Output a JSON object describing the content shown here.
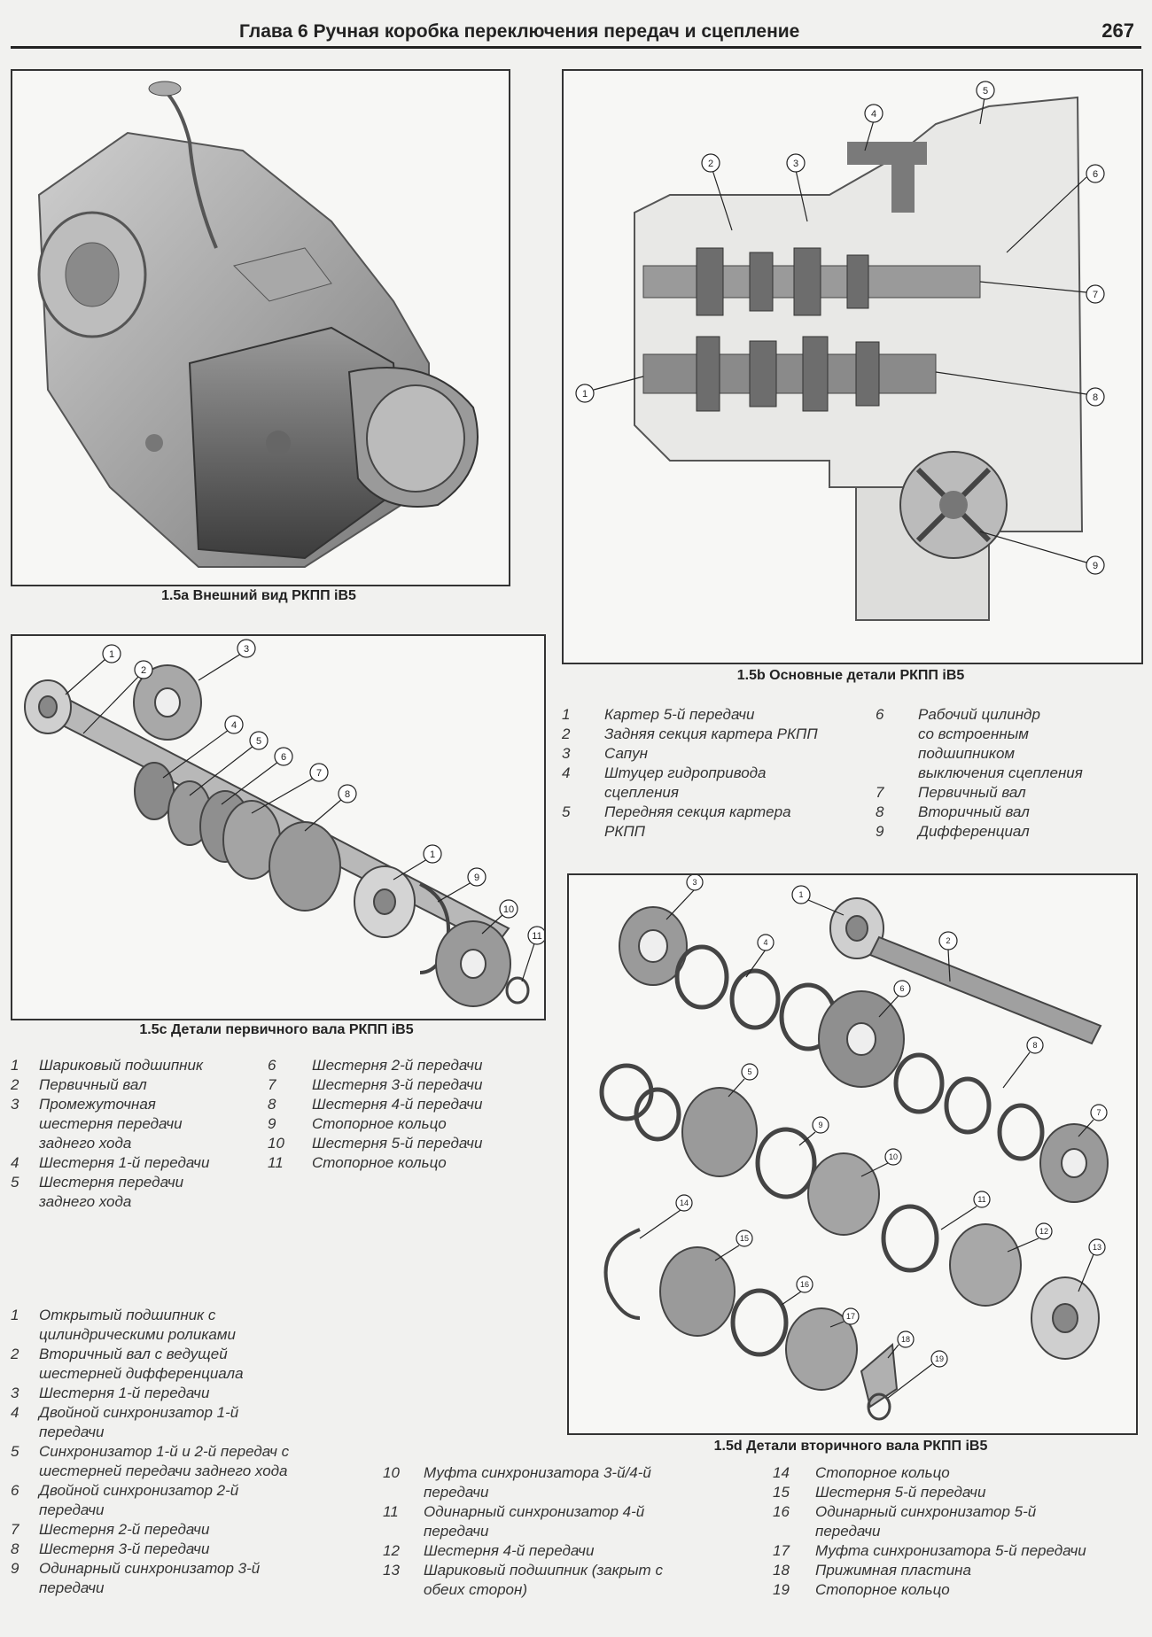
{
  "header": {
    "chapter_title": "Глава 6 Ручная коробка переключения передач и сцепление",
    "page_number": "267"
  },
  "fig_a": {
    "caption": "1.5а Внешний вид РКПП iB5"
  },
  "fig_b": {
    "caption": "1.5b Основные детали РКПП iB5",
    "callouts": [
      "1",
      "2",
      "3",
      "4",
      "5",
      "6",
      "7",
      "8",
      "9"
    ],
    "legend_left": [
      {
        "n": "1",
        "t": "Картер 5-й передачи"
      },
      {
        "n": "2",
        "t": "Задняя секция картера РКПП"
      },
      {
        "n": "3",
        "t": "Сапун"
      },
      {
        "n": "4",
        "t": "Штуцер гидропривода\nсцепления"
      },
      {
        "n": "5",
        "t": "Передняя секция картера\nРКПП"
      }
    ],
    "legend_right": [
      {
        "n": "6",
        "t": "Рабочий цилиндр\nсо встроенным\nподшипником\nвыключения сцепления"
      },
      {
        "n": "7",
        "t": "Первичный вал"
      },
      {
        "n": "8",
        "t": "Вторичный вал"
      },
      {
        "n": "9",
        "t": "Дифференциал"
      }
    ]
  },
  "fig_c": {
    "caption": "1.5с Детали первичного вала РКПП iB5",
    "callouts": [
      "1",
      "2",
      "3",
      "4",
      "5",
      "6",
      "7",
      "8",
      "1",
      "9",
      "10",
      "11"
    ],
    "legend_left": [
      {
        "n": "1",
        "t": "Шариковый подшипник"
      },
      {
        "n": "2",
        "t": "Первичный вал"
      },
      {
        "n": "3",
        "t": "Промежуточная\nшестерня передачи\nзаднего хода"
      },
      {
        "n": "4",
        "t": "Шестерня 1-й передачи"
      },
      {
        "n": "5",
        "t": "Шестерня передачи\nзаднего хода"
      }
    ],
    "legend_right": [
      {
        "n": "6",
        "t": "Шестерня 2-й передачи"
      },
      {
        "n": "7",
        "t": "Шестерня 3-й передачи"
      },
      {
        "n": "8",
        "t": "Шестерня 4-й передачи"
      },
      {
        "n": "9",
        "t": "Стопорное кольцо"
      },
      {
        "n": "10",
        "t": "Шестерня 5-й передачи"
      },
      {
        "n": "11",
        "t": "Стопорное кольцо"
      }
    ]
  },
  "fig_d": {
    "caption": "1.5d Детали вторичного вала РКПП iB5",
    "callouts": [
      "1",
      "2",
      "3",
      "4",
      "5",
      "6",
      "7",
      "8",
      "9",
      "10",
      "11",
      "12",
      "13",
      "14",
      "15",
      "16",
      "17",
      "18",
      "19"
    ],
    "legend_col1": [
      {
        "n": "1",
        "t": "Открытый подшипник с\nцилиндрическими роликами"
      },
      {
        "n": "2",
        "t": "Вторичный вал с ведущей\nшестерней дифференциала"
      },
      {
        "n": "3",
        "t": "Шестерня 1-й передачи"
      },
      {
        "n": "4",
        "t": "Двойной синхронизатор 1-й\nпередачи"
      },
      {
        "n": "5",
        "t": "Синхронизатор 1-й и 2-й передач с\nшестерней передачи заднего хода"
      },
      {
        "n": "6",
        "t": "Двойной синхронизатор 2-й\nпередачи"
      },
      {
        "n": "7",
        "t": "Шестерня 2-й передачи"
      },
      {
        "n": "8",
        "t": "Шестерня 3-й передачи"
      },
      {
        "n": "9",
        "t": "Одинарный синхронизатор 3-й\nпередачи"
      }
    ],
    "legend_col2": [
      {
        "n": "10",
        "t": "Муфта синхронизатора 3-й/4-й\nпередачи"
      },
      {
        "n": "11",
        "t": "Одинарный синхронизатор 4-й\nпередачи"
      },
      {
        "n": "12",
        "t": "Шестерня 4-й передачи"
      },
      {
        "n": "13",
        "t": "Шариковый подшипник (закрыт с\nобеих сторон)"
      }
    ],
    "legend_col3": [
      {
        "n": "14",
        "t": "Стопорное кольцо"
      },
      {
        "n": "15",
        "t": "Шестерня 5-й передачи"
      },
      {
        "n": "16",
        "t": "Одинарный синхронизатор 5-й\nпередачи"
      },
      {
        "n": "17",
        "t": "Муфта синхронизатора 5-й передачи"
      },
      {
        "n": "18",
        "t": "Прижимная пластина"
      },
      {
        "n": "19",
        "t": "Стопорное кольцо"
      }
    ]
  }
}
